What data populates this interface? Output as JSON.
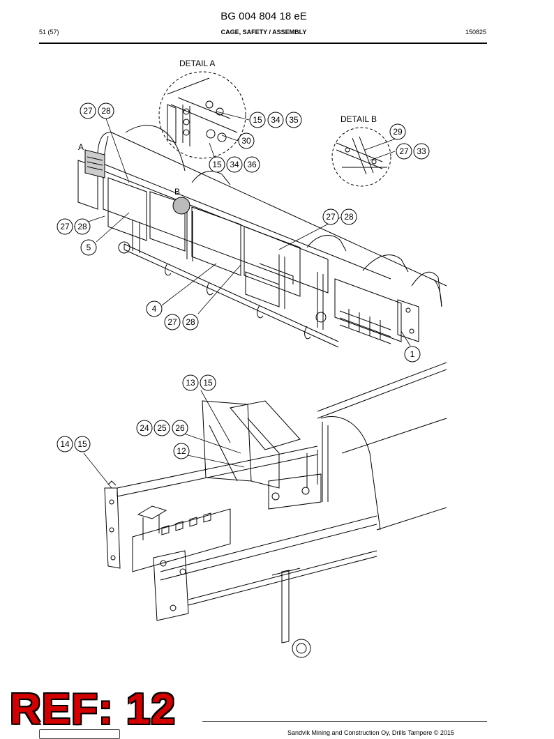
{
  "header": {
    "doc_number": "BG 004 804 18 eE",
    "page": "51 (57)",
    "title": "CAGE, SAFETY / ASSEMBLY",
    "date": "150825"
  },
  "details": {
    "a_title": "DETAIL A",
    "b_title": "DETAIL B",
    "marker_a": "A",
    "marker_b": "B"
  },
  "callouts": {
    "c_27": "27",
    "c_28": "28",
    "c_15": "15",
    "c_34": "34",
    "c_35": "35",
    "c_30": "30",
    "c_36": "36",
    "c_29": "29",
    "c_33": "33",
    "c_5": "5",
    "c_4": "4",
    "c_1": "1",
    "c_13": "13",
    "c_24": "24",
    "c_25": "25",
    "c_26": "26",
    "c_14": "14",
    "c_12": "12"
  },
  "stamp": "REF: 12",
  "footer": "Sandvik Mining and Construction Oy, Drills Tampere © 2015"
}
